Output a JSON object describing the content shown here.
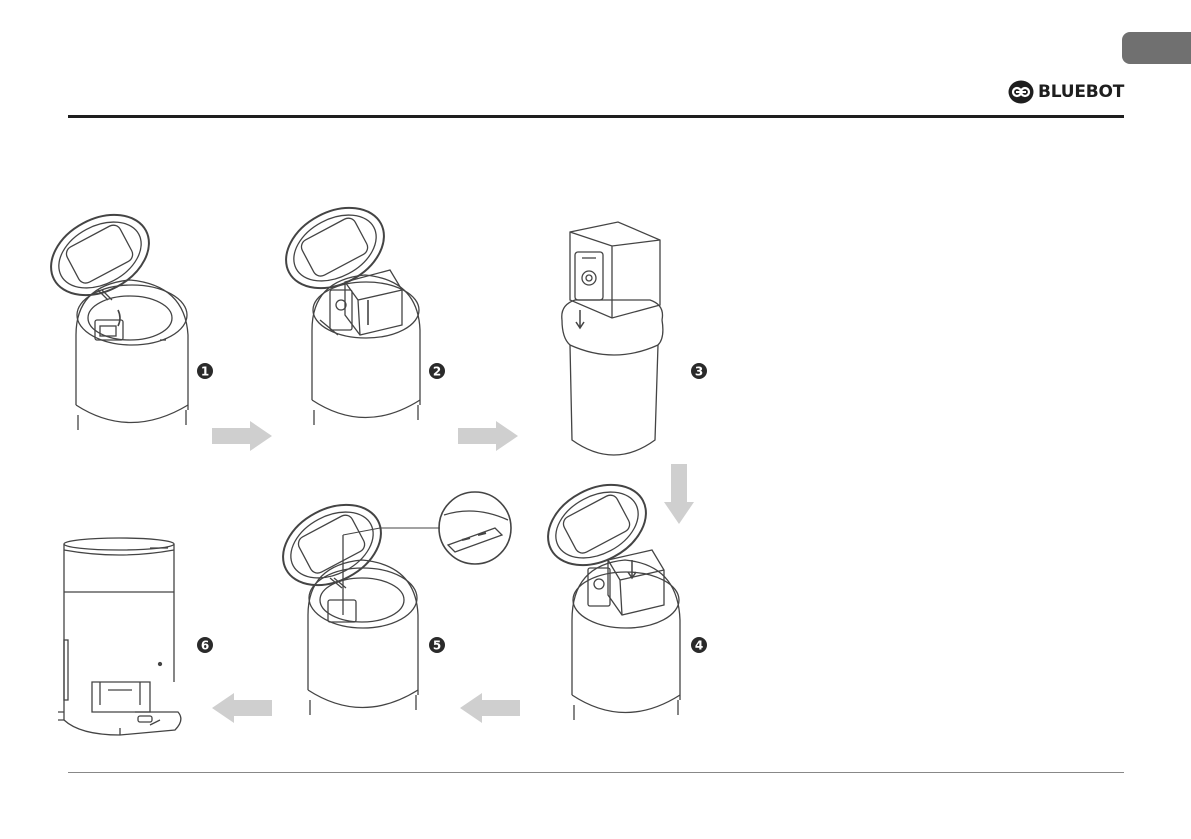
{
  "brand": {
    "name": "BLUEBOT",
    "tab_color": "#707070",
    "ink_color": "#1e1e1e"
  },
  "steps": [
    {
      "number": "1",
      "depiction": "open-lid-station"
    },
    {
      "number": "2",
      "depiction": "remove-dust-bag"
    },
    {
      "number": "3",
      "depiction": "dust-bag-over-bin"
    },
    {
      "number": "4",
      "depiction": "insert-new-bag"
    },
    {
      "number": "5",
      "depiction": "seat-bag-tab"
    },
    {
      "number": "6",
      "depiction": "closed-station"
    }
  ],
  "arrows": [
    {
      "from": "1",
      "to": "2",
      "direction": "right"
    },
    {
      "from": "2",
      "to": "3",
      "direction": "right"
    },
    {
      "from": "3",
      "to": "4",
      "direction": "down"
    },
    {
      "from": "4",
      "to": "5",
      "direction": "left"
    },
    {
      "from": "5",
      "to": "6",
      "direction": "left"
    }
  ],
  "colors": {
    "arrow": "#cfcfcf",
    "badge": "#2a2a2a",
    "line": "#444444"
  }
}
